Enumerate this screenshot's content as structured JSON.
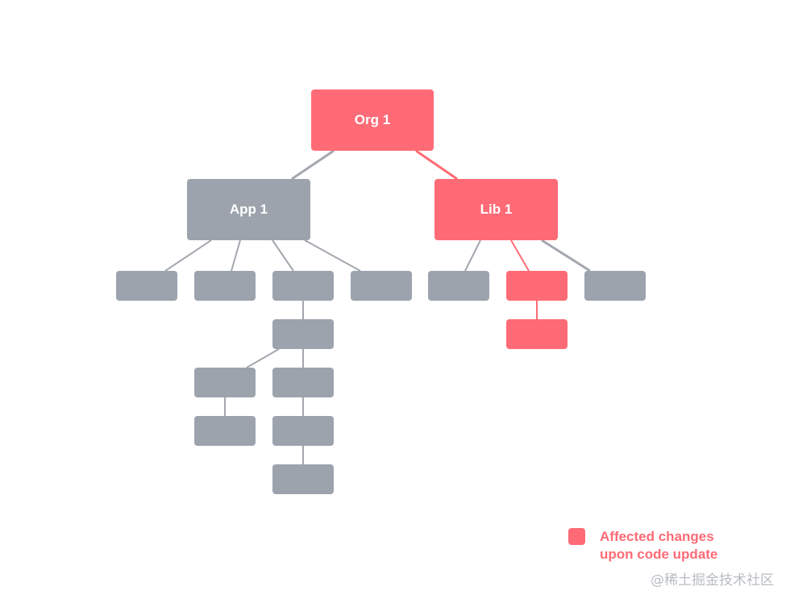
{
  "colors": {
    "affected": "#fe6b76",
    "unaffected": "#9ca3ad",
    "edge_gray": "#a3a7ae",
    "edge_affected": "#fe6b76"
  },
  "nodes": [
    {
      "id": "org1",
      "label": "Org 1",
      "affected": true
    },
    {
      "id": "app1",
      "label": "App 1",
      "affected": false
    },
    {
      "id": "lib1",
      "label": "Lib 1",
      "affected": true
    },
    {
      "id": "a1",
      "label": "",
      "affected": false
    },
    {
      "id": "a2",
      "label": "",
      "affected": false
    },
    {
      "id": "a3",
      "label": "",
      "affected": false
    },
    {
      "id": "a4",
      "label": "",
      "affected": false
    },
    {
      "id": "l1",
      "label": "",
      "affected": false
    },
    {
      "id": "l2",
      "label": "",
      "affected": true
    },
    {
      "id": "l3",
      "label": "",
      "affected": false
    },
    {
      "id": "l2c",
      "label": "",
      "affected": true
    },
    {
      "id": "a3c",
      "label": "",
      "affected": false
    },
    {
      "id": "b1",
      "label": "",
      "affected": false
    },
    {
      "id": "b1c",
      "label": "",
      "affected": false
    },
    {
      "id": "c1",
      "label": "",
      "affected": false
    },
    {
      "id": "c2",
      "label": "",
      "affected": false
    },
    {
      "id": "c3",
      "label": "",
      "affected": false
    }
  ],
  "edges": [
    {
      "from": "org1",
      "to": "app1",
      "affected": false
    },
    {
      "from": "org1",
      "to": "lib1",
      "affected": true
    },
    {
      "from": "app1",
      "to": "a1",
      "affected": false
    },
    {
      "from": "app1",
      "to": "a2",
      "affected": false
    },
    {
      "from": "app1",
      "to": "a3",
      "affected": false
    },
    {
      "from": "app1",
      "to": "a4",
      "affected": false
    },
    {
      "from": "lib1",
      "to": "l1",
      "affected": false
    },
    {
      "from": "lib1",
      "to": "l2",
      "affected": true
    },
    {
      "from": "lib1",
      "to": "l3",
      "affected": false
    },
    {
      "from": "l2",
      "to": "l2c",
      "affected": true
    },
    {
      "from": "a3",
      "to": "a3c",
      "affected": false
    },
    {
      "from": "a3c",
      "to": "b1",
      "affected": false
    },
    {
      "from": "a3c",
      "to": "c1",
      "affected": false
    },
    {
      "from": "b1",
      "to": "b1c",
      "affected": false
    },
    {
      "from": "c1",
      "to": "c2",
      "affected": false
    },
    {
      "from": "c2",
      "to": "c3",
      "affected": false
    }
  ],
  "legend": {
    "line1": "Affected changes",
    "line2": "upon code update"
  },
  "watermark": "@稀土掘金技术社区"
}
